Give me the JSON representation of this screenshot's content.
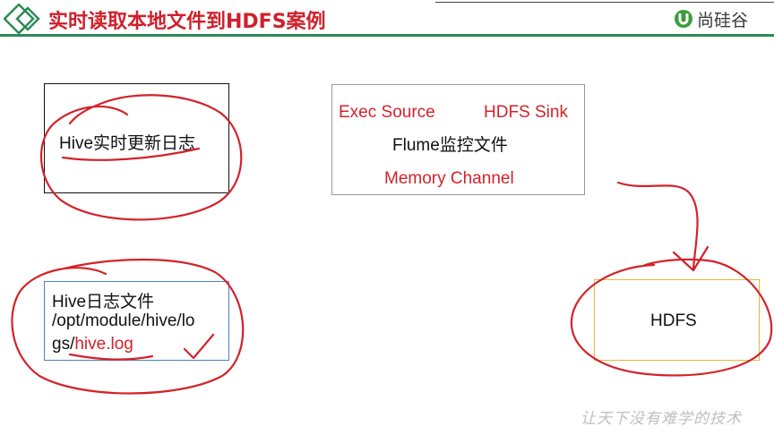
{
  "header": {
    "title": "实时读取本地文件到HDFS案例",
    "logo_text": "尚硅谷"
  },
  "diagram": {
    "hive_realtime_log": "Hive实时更新日志",
    "flume": {
      "exec_source": "Exec Source",
      "hdfs_sink": "HDFS Sink",
      "label": "Flume监控文件",
      "memory_channel": "Memory Channel"
    },
    "hive_log_file": {
      "line1": "Hive日志文件",
      "line2": "/opt/module/hive/lo",
      "line3_prefix": "gs/",
      "line3_highlight": "hive.log"
    },
    "hdfs": "HDFS"
  },
  "footer": {
    "slogan": "让天下没有难学的技术"
  },
  "colors": {
    "title_red": "#d0202a",
    "header_green": "#2e8b57",
    "annotation_red": "#d4222a",
    "hdfs_border": "#e6b83a",
    "log_border": "#4a7fc1"
  }
}
